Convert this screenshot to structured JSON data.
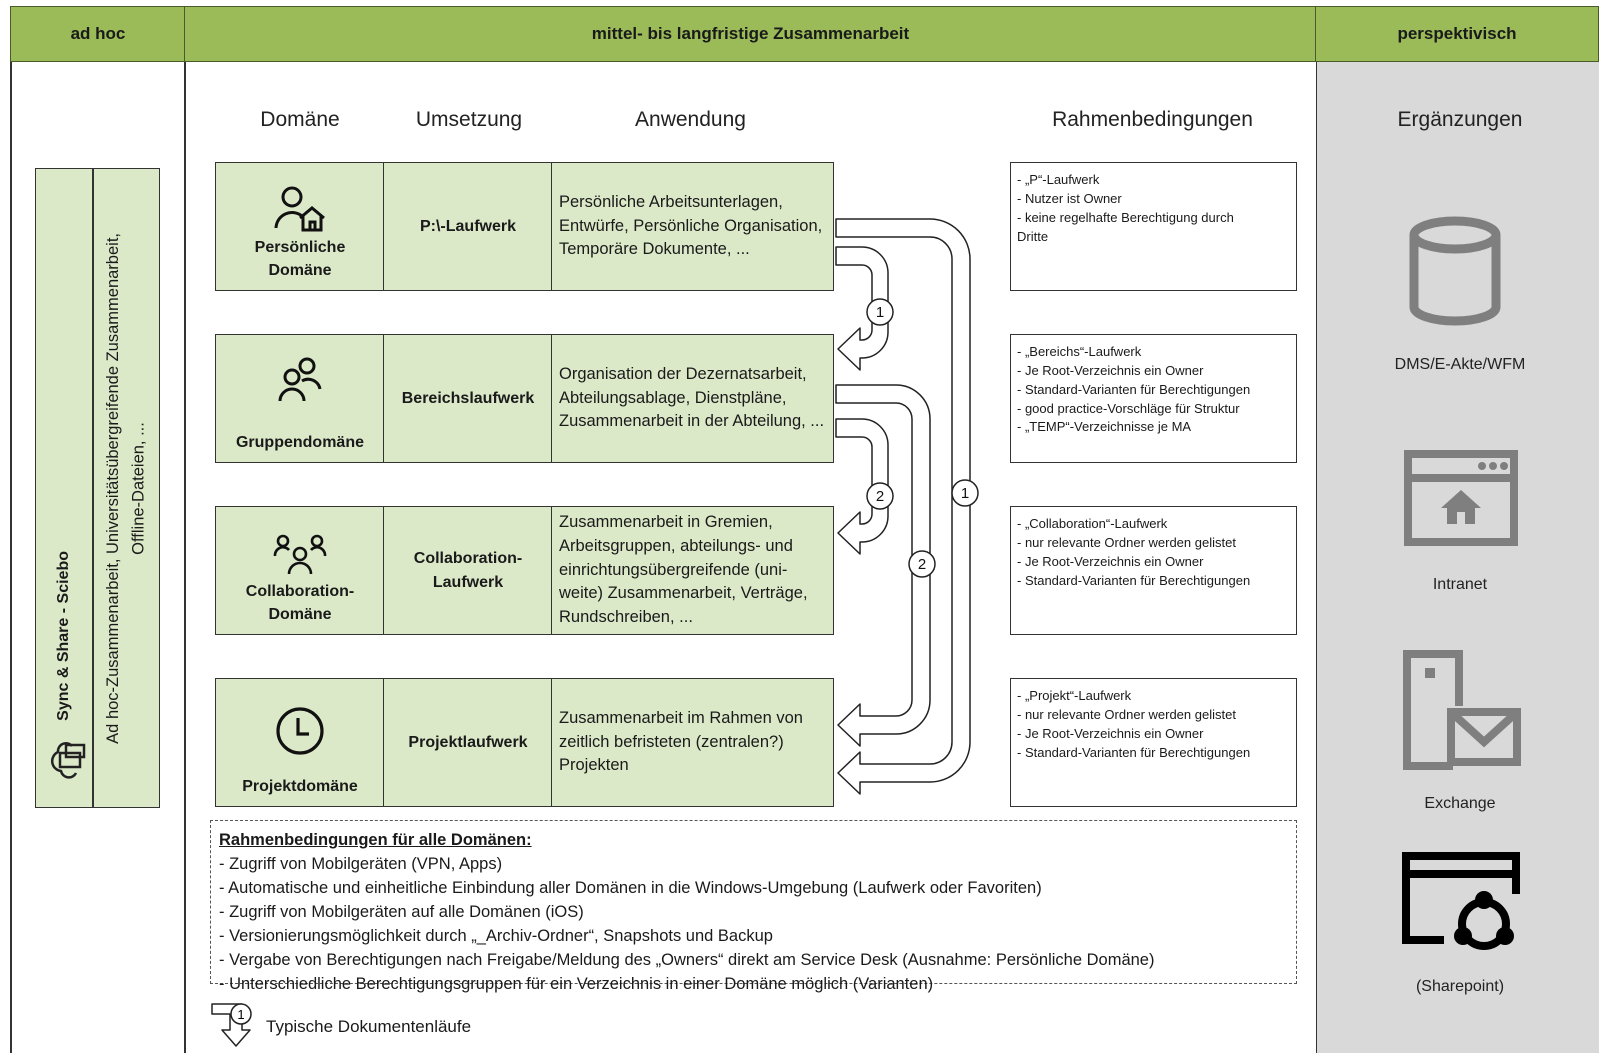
{
  "header": {
    "adhoc": "ad hoc",
    "mid": "mittel- bis langfristige Zusammenarbeit",
    "persp": "perspektivisch"
  },
  "columns": {
    "domain": "Domäne",
    "impl": "Umsetzung",
    "app": "Anwendung",
    "cond": "Rahmenbedingungen",
    "ext": "Ergänzungen"
  },
  "sync": {
    "title": "Sync & Share - Sciebo",
    "desc_line1": "Ad hoc-Zusammenarbeit, Universitätsübergreifende Zusammenarbeit,",
    "desc_line2": "Offline-Dateien, ...",
    "icon": "cloud-sync-icon"
  },
  "rows": [
    {
      "domain": [
        "Persönliche",
        "Domäne"
      ],
      "icon": "person-home-icon",
      "impl": [
        "P:\\-Laufwerk"
      ],
      "app": "Persönliche Arbeitsunterlagen, Entwürfe, Persönliche Organisation, Temporäre Dokumente, ...",
      "conditions": [
        "- „P“-Laufwerk",
        "- Nutzer ist Owner",
        "- keine regelhafte Berechtigung durch",
        "Dritte"
      ]
    },
    {
      "domain": [
        "Gruppendomäne"
      ],
      "icon": "group-icon",
      "impl": [
        "Bereichslaufwerk"
      ],
      "app": "Organisation der Dezernatsarbeit, Abteilungsablage, Dienstpläne, Zusammenarbeit in der Abteilung, ...",
      "conditions": [
        "- „Bereichs“-Laufwerk",
        "- Je Root-Verzeichnis ein Owner",
        "- Standard-Varianten für Berechtigungen",
        "- good practice-Vorschläge für Struktur",
        "- „TEMP“-Verzeichnisse je MA"
      ]
    },
    {
      "domain": [
        "Collaboration-",
        "Domäne"
      ],
      "icon": "collaboration-icon",
      "impl": [
        "Collaboration-",
        "Laufwerk"
      ],
      "app": "Zusammenarbeit in Gremien, Arbeitsgruppen, abteilungs- und einrichtungsübergreifende (uni-weite) Zusammenarbeit, Verträge, Rundschreiben, ...",
      "conditions": [
        "- „Collaboration“-Laufwerk",
        "- nur relevante Ordner werden gelistet",
        "- Je Root-Verzeichnis ein Owner",
        "- Standard-Varianten für Berechtigungen"
      ]
    },
    {
      "domain": [
        "Projektdomäne"
      ],
      "icon": "clock-icon",
      "impl": [
        "Projektlaufwerk"
      ],
      "app": "Zusammenarbeit im Rahmen von zeitlich befristeten (zentralen?) Projekten",
      "conditions": [
        "- „Projekt“-Laufwerk",
        "- nur relevante Ordner werden gelistet",
        "- Je Root-Verzeichnis ein Owner",
        "- Standard-Varianten für Berechtigungen"
      ]
    }
  ],
  "arrows": {
    "marker1": "1",
    "marker2": "2"
  },
  "all_domains": {
    "title": "Rahmenbedingungen für alle Domänen:",
    "items": [
      "- Zugriff von Mobilgeräten (VPN, Apps)",
      "- Automatische und einheitliche Einbindung aller Domänen in die Windows-Umgebung (Laufwerk oder Favoriten)",
      "- Zugriff von Mobilgeräten auf alle Domänen (iOS)",
      "- Versionierungsmöglichkeit durch „_Archiv-Ordner“, Snapshots und Backup",
      "- Vergabe von Berechtigungen nach Freigabe/Meldung des „Owners“ direkt am Service Desk (Ausnahme: Persönliche Domäne)",
      "- Unterschiedliche Berechtigungsgruppen für ein Verzeichnis in einer Domäne möglich (Varianten)"
    ]
  },
  "legend": {
    "marker": "1",
    "text": "Typische Dokumentenläufe",
    "icon": "document-flow-arrow-icon"
  },
  "extensions": [
    {
      "label": "DMS/E-Akte/WFM",
      "icon": "database-icon"
    },
    {
      "label": "Intranet",
      "icon": "browser-home-icon"
    },
    {
      "label": "Exchange",
      "icon": "server-mail-icon"
    },
    {
      "label": "(Sharepoint)",
      "icon": "sharepoint-icon"
    }
  ],
  "colors": {
    "header_green": "#9bbb59",
    "cell_green": "#dce9c9",
    "panel_gray": "#d9d9d9",
    "icon_gray": "#7f7f7f"
  }
}
